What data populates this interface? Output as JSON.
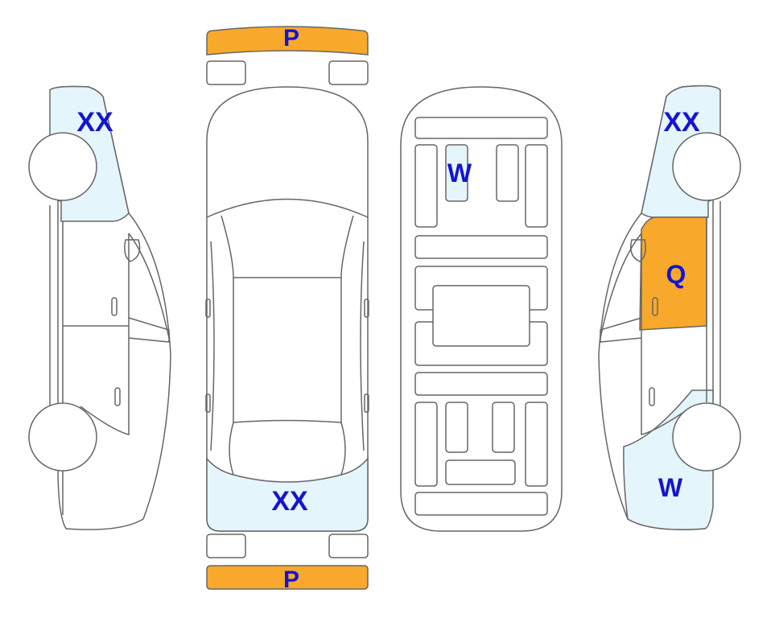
{
  "colors": {
    "outline": "#666666",
    "light_damage": "#e4f5fb",
    "heavy_damage": "#f8a92b",
    "label": "#1414d2",
    "background": "#ffffff"
  },
  "markers": {
    "front_bumper": "P",
    "rear_bumper": "P",
    "left_front_fender": "XX",
    "top_trunk": "XX",
    "underbody_panel": "W",
    "right_front_fender": "XX",
    "right_front_door": "Q",
    "right_rear_quarter": "W"
  }
}
